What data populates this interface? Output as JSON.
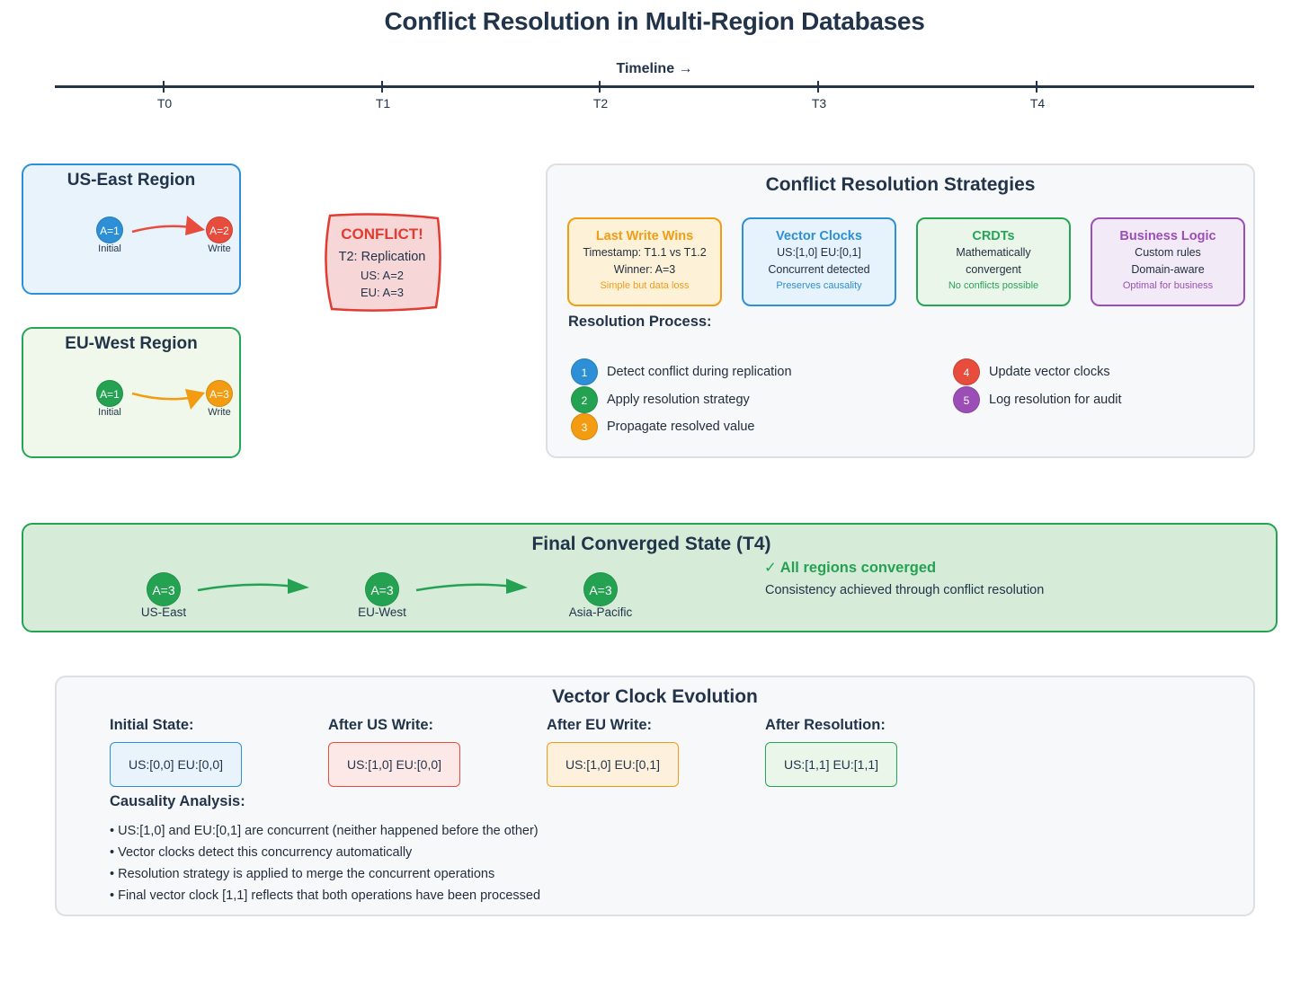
{
  "title": "Conflict Resolution in Multi-Region Databases",
  "timeline": {
    "label": "Timeline →",
    "ticks": [
      "T0",
      "T1",
      "T2",
      "T3",
      "T4"
    ]
  },
  "regions": {
    "us_east": {
      "title": "US-East Region",
      "initial": {
        "value": "A=1",
        "label": "Initial"
      },
      "write": {
        "value": "A=2",
        "label": "Write"
      }
    },
    "eu_west": {
      "title": "EU-West Region",
      "initial": {
        "value": "A=1",
        "label": "Initial"
      },
      "write": {
        "value": "A=3",
        "label": "Write"
      }
    }
  },
  "conflict": {
    "heading": "CONFLICT!",
    "line1": "T2: Replication",
    "line2": "US: A=2",
    "line3": "EU: A=3"
  },
  "strategies": {
    "title": "Conflict Resolution Strategies",
    "items": [
      {
        "title": "Last Write Wins",
        "line1": "Timestamp: T1.1 vs T1.2",
        "line2": "Winner: A=3",
        "note": "Simple but data loss",
        "color": "#f39c12",
        "bg": "#fdf1d8"
      },
      {
        "title": "Vector Clocks",
        "line1": "US:[1,0] EU:[0,1]",
        "line2": "Concurrent detected",
        "note": "Preserves causality",
        "color": "#2d8fd5",
        "bg": "#e6f2fc"
      },
      {
        "title": "CRDTs",
        "line1": "Mathematically",
        "line2": "convergent",
        "note": "No conflicts possible",
        "color": "#27a556",
        "bg": "#eaf6ea"
      },
      {
        "title": "Business Logic",
        "line1": "Custom rules",
        "line2": "Domain-aware",
        "note": "Optimal for business",
        "color": "#9b4fb6",
        "bg": "#f3eaf8"
      }
    ],
    "process_title": "Resolution Process:",
    "steps": [
      {
        "num": "1",
        "text": "Detect conflict during replication",
        "color": "#2d8fd5"
      },
      {
        "num": "2",
        "text": "Apply resolution strategy",
        "color": "#27a556"
      },
      {
        "num": "3",
        "text": "Propagate resolved value",
        "color": "#f39c12"
      },
      {
        "num": "4",
        "text": "Update vector clocks",
        "color": "#e74c3c"
      },
      {
        "num": "5",
        "text": "Log resolution for audit",
        "color": "#9b4fb6"
      }
    ]
  },
  "final_state": {
    "title": "Final Converged State (T4)",
    "nodes": [
      {
        "value": "A=3",
        "label": "US-East"
      },
      {
        "value": "A=3",
        "label": "EU-West"
      },
      {
        "value": "A=3",
        "label": "Asia-Pacific"
      }
    ],
    "status": "✓ All regions converged",
    "description": "Consistency achieved through conflict resolution"
  },
  "vector_clock": {
    "title": "Vector Clock Evolution",
    "stages": [
      {
        "label": "Initial State:",
        "value": "US:[0,0] EU:[0,0]"
      },
      {
        "label": "After US Write:",
        "value": "US:[1,0] EU:[0,0]"
      },
      {
        "label": "After EU Write:",
        "value": "US:[1,0] EU:[0,1]"
      },
      {
        "label": "After Resolution:",
        "value": "US:[1,1] EU:[1,1]"
      }
    ],
    "analysis_title": "Causality Analysis:",
    "bullets": [
      "• US:[1,0] and EU:[0,1] are concurrent (neither happened before the other)",
      "• Vector clocks detect this concurrency automatically",
      "• Resolution strategy is applied to merge the concurrent operations",
      "• Final vector clock [1,1] reflects that both operations have been processed"
    ]
  }
}
